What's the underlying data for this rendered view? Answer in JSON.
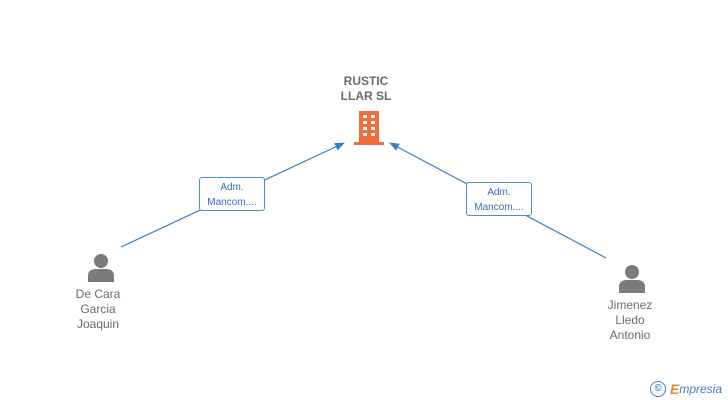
{
  "company": {
    "name_line1": "RUSTIC",
    "name_line2": "LLAR SL",
    "icon": "building-icon",
    "color": "#f26b3a"
  },
  "relations": [
    {
      "role_line1": "Adm.",
      "role_line2": "Mancom....",
      "person": [
        "De Cara",
        "Garcia",
        "Joaquin"
      ]
    },
    {
      "role_line1": "Adm.",
      "role_line2": "Mancom....",
      "person": [
        "Jimenez",
        "Lledo",
        "Antonio"
      ]
    }
  ],
  "edge_color": "#3a7fc4",
  "person_icon": "person-icon",
  "footer": {
    "copyright_symbol": "©",
    "brand_initial": "E",
    "brand_rest": "mpresia"
  }
}
